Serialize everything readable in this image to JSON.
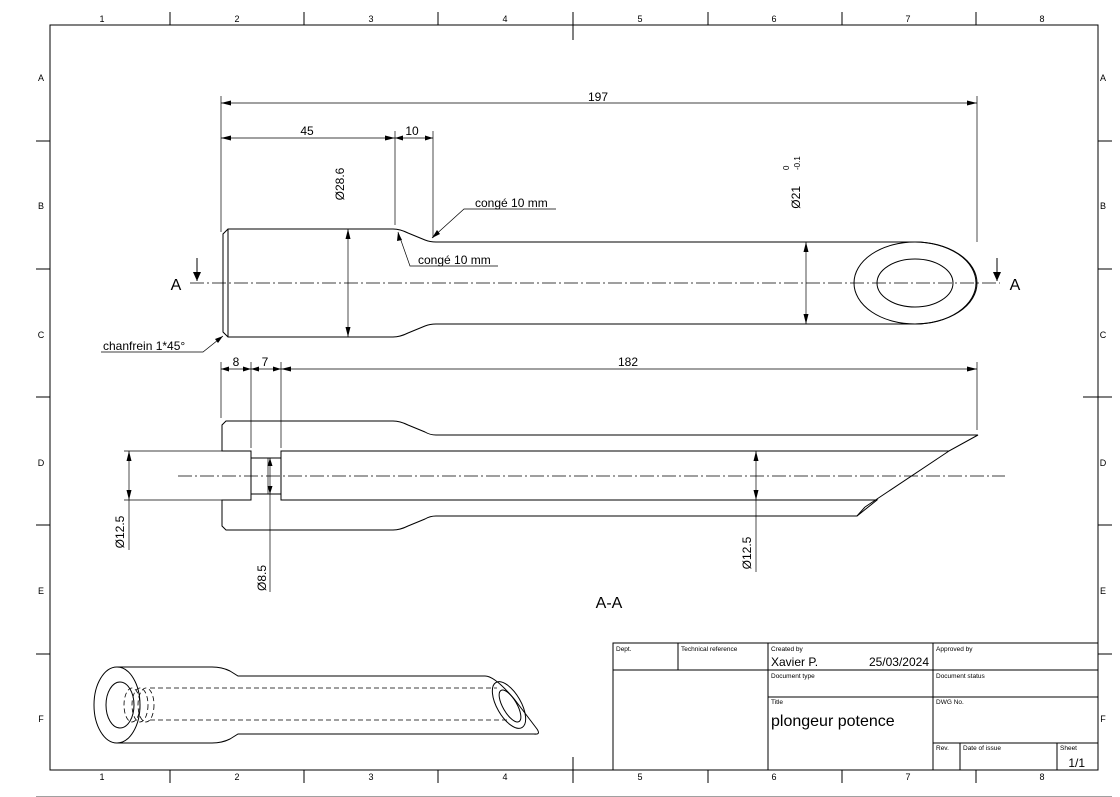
{
  "grid": {
    "columns": [
      "1",
      "2",
      "3",
      "4",
      "5",
      "6",
      "7",
      "8"
    ],
    "rows": [
      "A",
      "B",
      "C",
      "D",
      "E",
      "F"
    ]
  },
  "dimensions": {
    "overall_length": "197",
    "head_length": "45",
    "transition_length": "10",
    "head_diameter": "Ø28.6",
    "shaft_diameter": "Ø21",
    "shaft_tol_upper": "0",
    "shaft_tol_lower": "-0.1",
    "fillet_1": "congé 10 mm",
    "fillet_2": "congé 10 mm",
    "chamfer": "chanfrein 1*45°",
    "section_seg_1": "8",
    "section_seg_2": "7",
    "bore_length": "182",
    "outer_bore_diameter": "Ø12.5",
    "narrow_bore_diameter": "Ø8.5",
    "inner_bore_diameter": "Ø12.5"
  },
  "section": {
    "marker_left": "A",
    "marker_right": "A",
    "title": "A-A"
  },
  "title_block": {
    "dept_label": "Dept.",
    "tech_ref_label": "Technical reference",
    "created_by_label": "Created by",
    "created_by": "Xavier P.",
    "created_date": "25/03/2024",
    "approved_by_label": "Approved by",
    "doc_type_label": "Document type",
    "doc_status_label": "Document status",
    "title_label": "Title",
    "title": "plongeur potence",
    "dwg_no_label": "DWG No.",
    "rev_label": "Rev.",
    "date_issue_label": "Date of issue",
    "sheet_label": "Sheet",
    "sheet": "1/1"
  }
}
